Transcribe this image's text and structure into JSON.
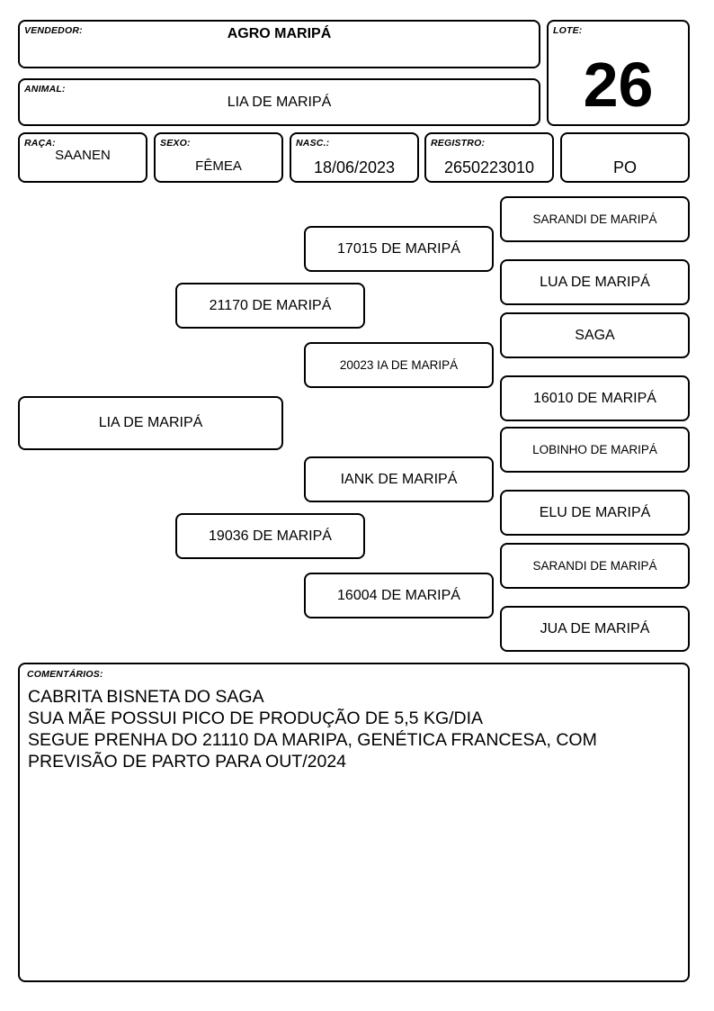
{
  "header": {
    "vendedor_label": "VENDEDOR:",
    "vendedor_value": "AGRO MARIPÁ",
    "lote_label": "LOTE:",
    "lote_value": "26",
    "animal_label": "ANIMAL:",
    "animal_value": "LIA DE MARIPÁ"
  },
  "info": {
    "raca_label": "RAÇA:",
    "raca_value": "SAANEN",
    "sexo_label": "SEXO:",
    "sexo_value": "FÊMEA",
    "nasc_label": "NASC.:",
    "nasc_value": "18/06/2023",
    "registro_label": "REGISTRO:",
    "registro_value": "2650223010",
    "tipo_value": "PO"
  },
  "pedigree": {
    "animal": "LIA DE MARIPÁ",
    "sire": "21170 DE MARIPÁ",
    "dam": "19036 DE MARIPÁ",
    "sire_sire": "17015 DE MARIPÁ",
    "sire_dam": "20023 IA DE MARIPÁ",
    "dam_sire": "IANK DE MARIPÁ",
    "dam_dam": "16004 DE MARIPÁ",
    "sss": "SARANDI DE MARIPÁ",
    "ssd": "LUA DE MARIPÁ",
    "sds": "SAGA",
    "sdd": "16010 DE MARIPÁ",
    "dss": "LOBINHO DE MARIPÁ",
    "dsd": "ELU DE MARIPÁ",
    "dds": "SARANDI DE MARIPÁ",
    "ddd": "JUA DE MARIPÁ"
  },
  "comments": {
    "label": "COMENTÁRIOS:",
    "lines": [
      "CABRITA BISNETA DO SAGA",
      "SUA MÃE POSSUI PICO DE PRODUÇÃO DE 5,5 KG/DIA",
      "SEGUE PRENHA DO 21110 DA MARIPA, GENÉTICA FRANCESA, COM",
      "PREVISÃO DE PARTO PARA OUT/2024"
    ]
  }
}
